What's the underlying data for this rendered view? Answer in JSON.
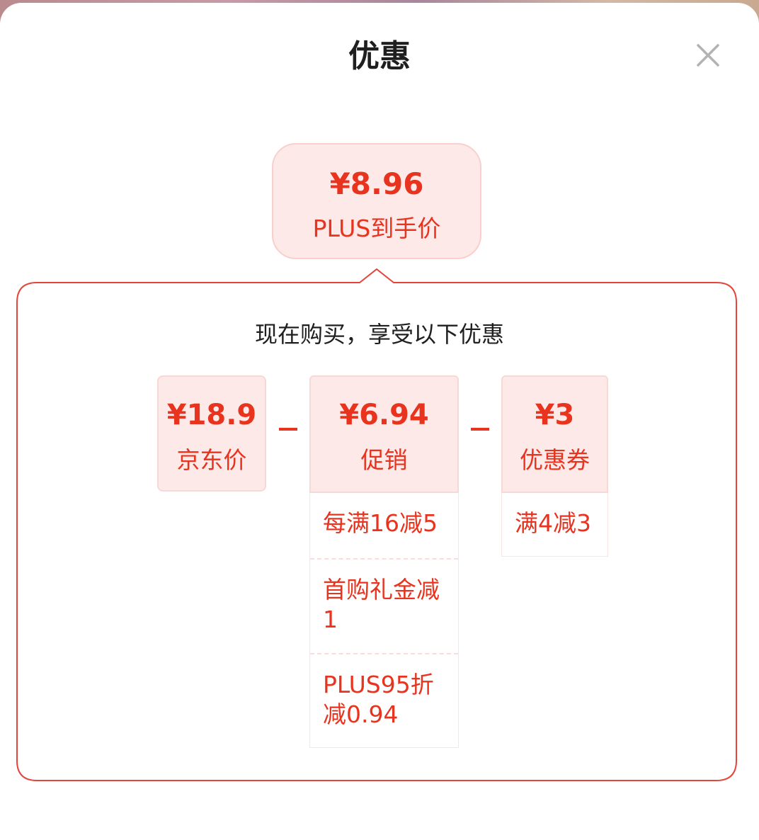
{
  "header": {
    "title": "优惠",
    "close_icon": "close-icon"
  },
  "final_price": {
    "price": "¥8.96",
    "label": "PLUS到手价"
  },
  "breakdown": {
    "subtitle": "现在购买，享受以下优惠",
    "operator": "-",
    "items": [
      {
        "price": "¥18.9",
        "label": "京东价",
        "details": []
      },
      {
        "price": "¥6.94",
        "label": "促销",
        "details": [
          "每满16减5",
          "首购礼金减1",
          "PLUS95折减0.94"
        ]
      },
      {
        "price": "¥3",
        "label": "优惠券",
        "details": [
          "满4减3"
        ]
      }
    ]
  },
  "colors": {
    "accent": "#e8331f",
    "card_bg": "#fde9e8",
    "border": "#e3453a"
  }
}
